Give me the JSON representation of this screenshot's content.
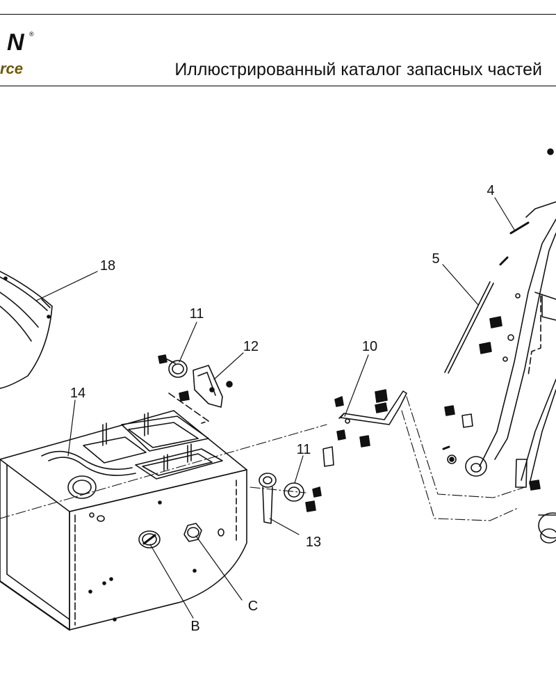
{
  "header": {
    "logo_top": "N",
    "logo_reg": "®",
    "logo_bottom": "rce",
    "title": "Иллюстрированный каталог запасных частей"
  },
  "callouts": [
    "4",
    "5",
    "18",
    "11",
    "12",
    "10",
    "14",
    "11",
    "13",
    "C",
    "B"
  ]
}
